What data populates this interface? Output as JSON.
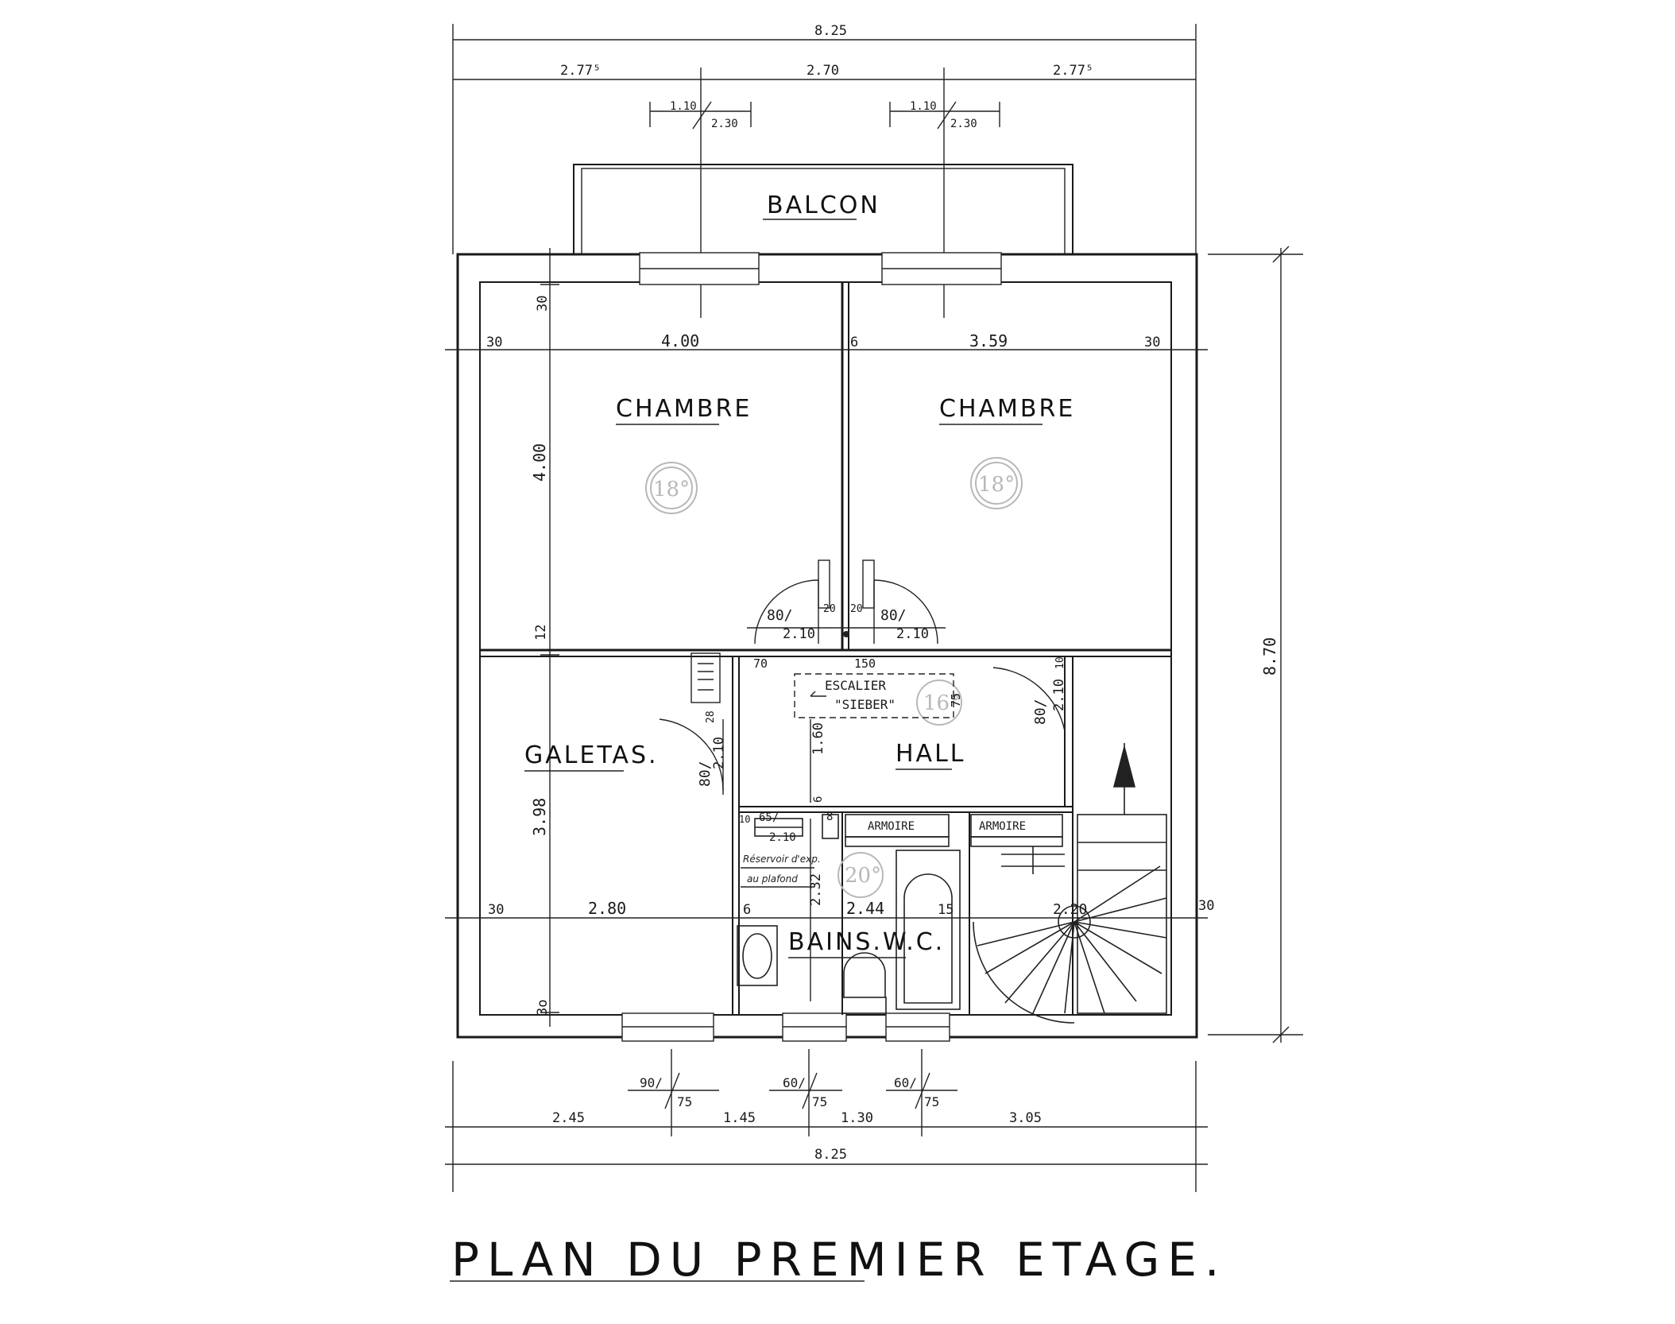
{
  "title": "PLAN DU PREMIER ETAGE.",
  "rooms": {
    "balcon": "BALCON",
    "chambre_left": "CHAMBRE",
    "chambre_right": "CHAMBRE",
    "galetas": "GALETAS.",
    "hall": "HALL",
    "bains": "BAINS.W.C.",
    "armoire_1": "ARMOIRE",
    "armoire_2": "ARMOIRE",
    "escalier_line1": "ESCALIER",
    "escalier_line2": "\"SIEBER\""
  },
  "notes": {
    "reservoir_line1": "Réservoir d'exp.",
    "reservoir_line2": "au plafond"
  },
  "stamps": {
    "chambre_left_temp": "18°",
    "chambre_right_temp": "18°",
    "hall_temp": "16°",
    "bains_temp": "20°"
  },
  "dimensions": {
    "top_total": "8.25",
    "top_left": "2.77⁵",
    "top_mid": "2.70",
    "top_right": "2.77⁵",
    "window_left_w": "1.10",
    "window_left_h": "2.30",
    "window_right_w": "1.10",
    "window_right_h": "2.30",
    "wall_30_left": "30",
    "chambre_left_w": "4.00",
    "partition_6": "6",
    "chambre_right_w": "3.59",
    "wall_30_right": "30",
    "left_30_top": "30",
    "chambre_depth": "4.00",
    "floor_12": "12",
    "galetas_depth": "3.98",
    "left_30_bottom": "3o",
    "right_height": "8.70",
    "door_left": "80/",
    "door_left_h": "2.10",
    "door_left_20": "20",
    "door_right_20": "20",
    "door_right": "80/",
    "door_right_h": "2.10",
    "hall_70": "70",
    "hall_150": "150",
    "hall_75": "75",
    "hall_160": "1.60",
    "hall_door": "80/",
    "hall_door_h": "2.10",
    "hall_door_10": "10",
    "galetas_door": "80/",
    "galetas_door_h": "2.10",
    "galetas_door_28": "28",
    "bath_door": "65/",
    "bath_door_h": "2.10",
    "bath_10": "10",
    "bath_6v": "6",
    "bath_8": "8",
    "bath_232": "2.32",
    "bot_30_left": "30",
    "galetas_w": "2.80",
    "bath_6": "6",
    "bath_w": "2.44",
    "bath_15": "15",
    "stair_w": "2.20",
    "bot_30_right": "30",
    "win_b1_w": "90/",
    "win_b1_h": "75",
    "win_b2_w": "60/",
    "win_b2_h": "75",
    "win_b3_w": "60/",
    "win_b3_h": "75",
    "bot_seg1": "2.45",
    "bot_seg2": "1.45",
    "bot_seg3": "1.30",
    "bot_seg4": "3.05",
    "bottom_total": "8.25"
  }
}
